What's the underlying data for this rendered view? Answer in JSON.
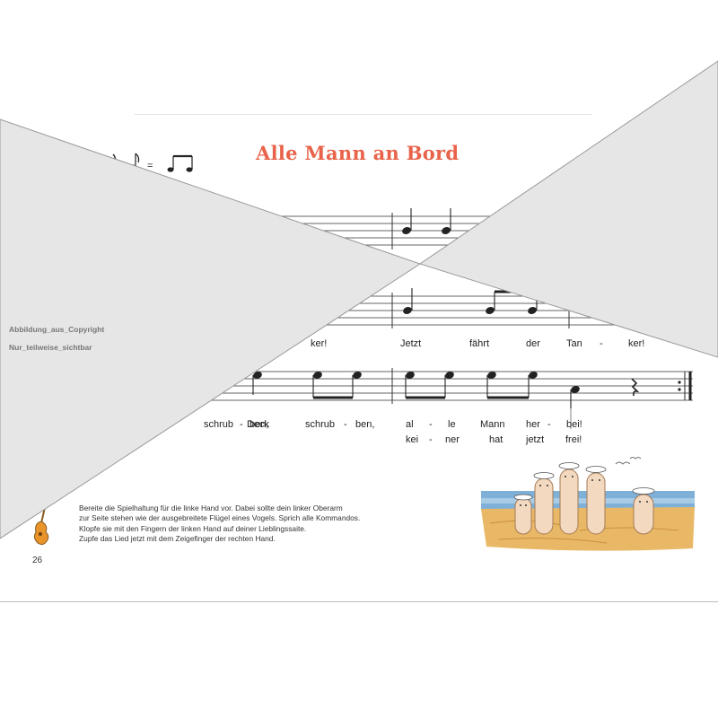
{
  "song": {
    "title": "Alle Mann an Bord"
  },
  "lyrics": {
    "line2": [
      "ker!",
      "Jetzt",
      "fährt",
      "der",
      "Tan",
      "-",
      "ker!"
    ],
    "line3_verse1": [
      "schrub",
      "-",
      "ben,",
      "Deck",
      "schrub",
      "-",
      "ben,",
      "al",
      "-",
      "le",
      "Mann",
      "her",
      "-",
      "bei!"
    ],
    "line3_verse2": [
      "kei",
      "-",
      "ner",
      "hat",
      "jetzt",
      "frei!"
    ]
  },
  "instructions": [
    "Bereite die Spielhaltung für die linke Hand vor. Dabei sollte dein linker Oberarm",
    "zur Seite stehen wie der ausgebreitete Flügel eines Vogels. Sprich alle Kommandos.",
    "Klopfe sie mit den Fingern der linken Hand auf deiner Lieblingssaite.",
    "Zupfe das Lied jetzt mit dem Zeigefinger der rechten Hand."
  ],
  "page_number": "26",
  "watermark": {
    "line1": "Abbildung_aus_Copyright",
    "line2": "Nur_teilweise_sichtbar"
  },
  "colors": {
    "title": "#e8634a",
    "overlay": "#e6e6e6",
    "sand": "#e9b866",
    "sea": "#7fb0d8"
  }
}
